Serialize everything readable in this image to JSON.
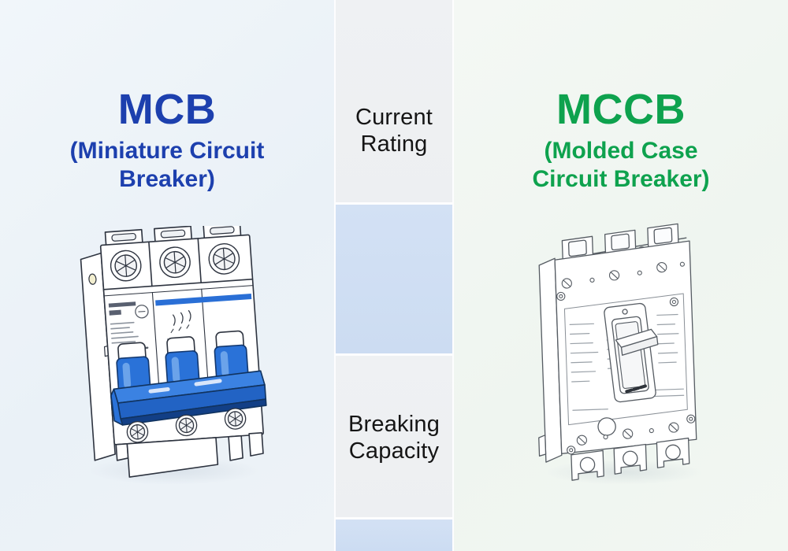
{
  "left_panel": {
    "title": "MCB",
    "subtitle": "(Miniature Circuit Breaker)",
    "accent_color": "#1d40ae",
    "background_color": "#edf3f8",
    "illustration": "mcb-3-pole-din-rail-breaker",
    "illustration_accent_color": "#2472d8"
  },
  "right_panel": {
    "title": "MCCB",
    "subtitle": "(Molded Case Circuit Breaker)",
    "accent_color": "#0ea24e",
    "background_color": "#f1f6f2",
    "illustration": "mccb-3-pole-molded-case-breaker",
    "illustration_accent_color": "#565c63"
  },
  "center_column": {
    "gray_color": "#eef0f2",
    "blue_color": "#cfdef2",
    "text_color": "#151515",
    "segments": [
      {
        "label": "Current Rating",
        "tone": "gray"
      },
      {
        "label": "",
        "tone": "blue"
      },
      {
        "label": "Breaking Capacity",
        "tone": "gray"
      },
      {
        "label": "",
        "tone": "blue"
      }
    ]
  }
}
